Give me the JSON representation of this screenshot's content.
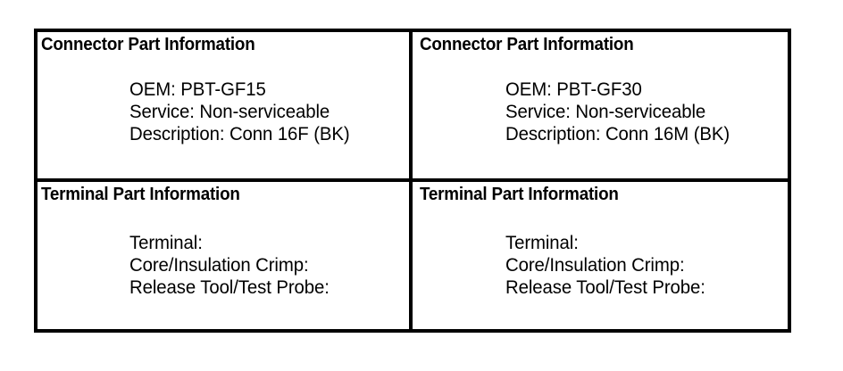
{
  "table": {
    "rows": [
      {
        "row_name": "connector-row",
        "cells": [
          {
            "header": "Connector Part Information",
            "details": [
              "OEM: PBT-GF15",
              "Service: Non-serviceable",
              "Description: Conn 16F (BK)"
            ]
          },
          {
            "header": "Connector Part Information",
            "details": [
              "OEM: PBT-GF30",
              "Service: Non-serviceable",
              "Description: Conn 16M (BK)"
            ]
          }
        ]
      },
      {
        "row_name": "terminal-row",
        "cells": [
          {
            "header": "Terminal Part Information",
            "details": [
              "Terminal:",
              "Core/Insulation Crimp:",
              "Release Tool/Test Probe:"
            ]
          },
          {
            "header": "Terminal Part Information",
            "details": [
              "Terminal:",
              "Core/Insulation Crimp:",
              "Release Tool/Test Probe:"
            ]
          }
        ]
      }
    ]
  },
  "colors": {
    "rule": "#000000",
    "text": "#000000",
    "background": "#ffffff"
  }
}
